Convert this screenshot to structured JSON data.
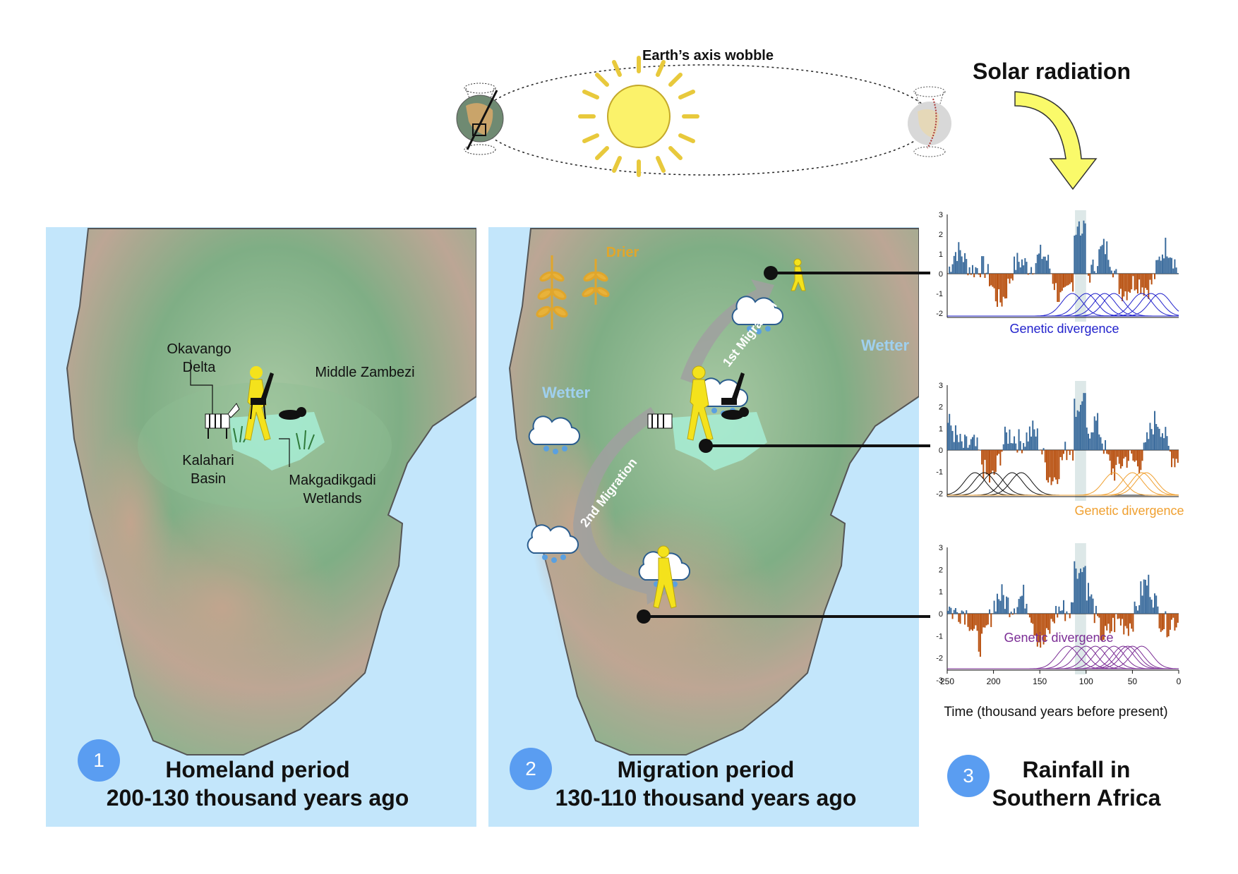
{
  "top": {
    "orbit_label": "Earth’s axis wobble",
    "solar_label": "Solar radiation"
  },
  "panel1": {
    "number": "1",
    "title_line1": "Homeland period",
    "title_line2": "200-130 thousand years ago",
    "labels": {
      "okavango": "Okavango\nDelta",
      "middle_zambezi": "Middle Zambezi",
      "kalahari": "Kalahari\nBasin",
      "makgadikgadi": "Makgadikgadi\nWetlands"
    }
  },
  "panel2": {
    "number": "2",
    "title_line1": "Migration  period",
    "title_line2": "130-110 thousand years ago",
    "drier": "Drier",
    "wetter_west": "Wetter",
    "wetter_east": "Wetter",
    "migration1": "1st Migration",
    "migration2": "2nd Migration"
  },
  "panel3": {
    "number": "3",
    "title_line1": "Rainfall in",
    "title_line2": "Southern Africa",
    "xlabel": "Time (thousand years before present)",
    "colors": {
      "positive": "#3a6b9c",
      "negative": "#b8500f",
      "highlight": "#dde8e8"
    }
  },
  "chart_data": [
    {
      "type": "bar",
      "title": "",
      "series_name": "Genetic divergence",
      "series_color": "#2222cc",
      "ylim": [
        -2,
        3
      ],
      "yticks": [
        "3",
        "2",
        "1",
        "0",
        "-1",
        "-2"
      ],
      "xlim": [
        250,
        0
      ],
      "xticks": [],
      "highlight_x": [
        112,
        100
      ]
    },
    {
      "type": "bar",
      "title": "",
      "series_name": "Genetic divergence",
      "series_color": "#f0a030",
      "ylim": [
        -2,
        3
      ],
      "yticks": [
        "3",
        "2",
        "1",
        "0",
        "-1",
        "-2"
      ],
      "xlim": [
        250,
        0
      ],
      "xticks": [],
      "highlight_x": [
        112,
        100
      ]
    },
    {
      "type": "bar",
      "title": "",
      "series_name": "Genetic divergence",
      "series_color": "#7b2d95",
      "ylim": [
        -3,
        3
      ],
      "yticks": [
        "3",
        "2",
        "1",
        "0",
        "-1",
        "-2",
        "-3"
      ],
      "xlim": [
        250,
        0
      ],
      "xticks": [
        "250",
        "200",
        "150",
        "100",
        "50",
        "0"
      ],
      "highlight_x": [
        112,
        100
      ]
    }
  ]
}
